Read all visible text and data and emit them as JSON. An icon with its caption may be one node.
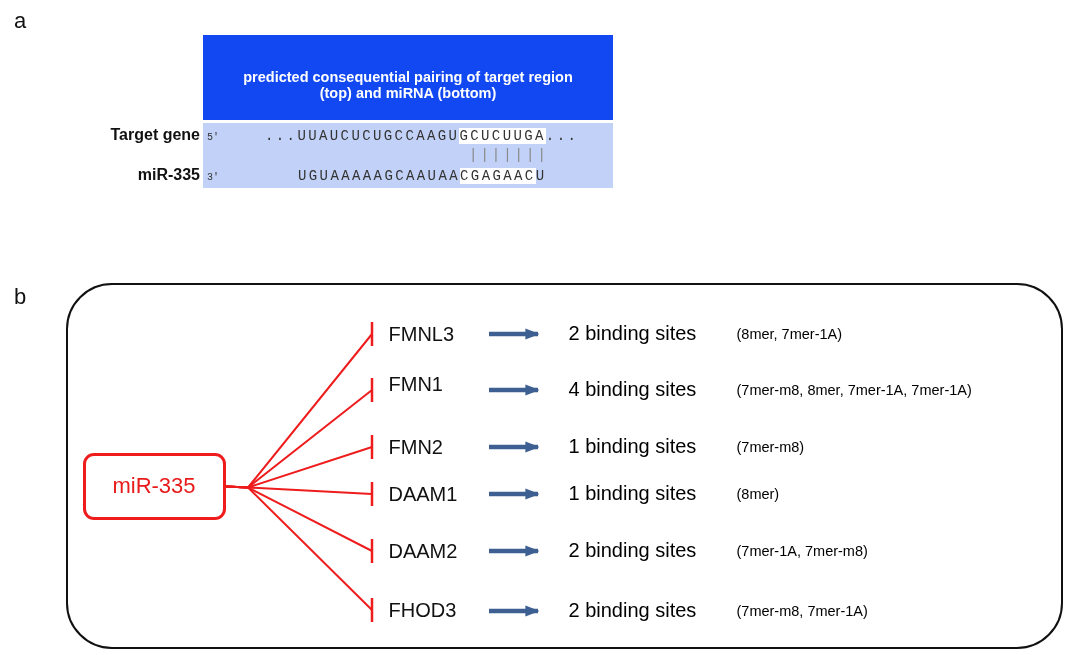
{
  "diagram": {
    "nodes": [
      {
        "text": [
          "predicted consequential pairing of target region (top) and miRNA (bottom)"
        ]
      },
      {
        "text": [
          "5'",
          "...UUAUCUCUGCCAAGUGCUCUUGA...",
          "|||||||",
          "3'",
          "UGUAAAAAGCAAUAACGAGAACU"
        ]
      },
      {
        "text": [],
        "shape": "box"
      },
      {
        "text": [
          "miR-335"
        ],
        "in": 2
      },
      {
        "text": [
          "FMNL3"
        ],
        "in": 2
      },
      {
        "text": [
          "FMN1"
        ],
        "in": 2
      },
      {
        "text": [
          "FMN2"
        ],
        "in": 2
      },
      {
        "text": [
          "DAAM1"
        ],
        "in": 2
      },
      {
        "text": [
          "DAAM2"
        ],
        "in": 2
      },
      {
        "text": [
          "FHOD3"
        ],
        "in": 2
      },
      {
        "text": [
          "2 binding sites"
        ],
        "beside": [
          "(8mer, 7mer-1A)"
        ],
        "in": 2
      },
      {
        "text": [
          "4 binding sites"
        ],
        "beside": [
          "(7mer-m8, 8mer, 7mer-1A, 7mer-1A)"
        ],
        "in": 2
      },
      {
        "text": [
          "1 binding sites"
        ],
        "beside": [
          "(7mer-m8)"
        ],
        "in": 2
      },
      {
        "text": [
          "1 binding sites"
        ],
        "beside": [
          "(8mer)"
        ],
        "in": 2
      },
      {
        "text": [
          "2 binding sites"
        ],
        "beside": [
          "(7mer-1A, 7mer-m8)"
        ],
        "in": 2
      },
      {
        "text": [
          "2 binding sites"
        ],
        "beside": [
          "(7mer-m8, 7mer-1A)"
        ],
        "in": 2
      }
    ],
    "edges": [
      {
        "from": 3,
        "to": 4,
        "arrow": "other"
      },
      {
        "from": 3,
        "to": 5,
        "arrow": "other"
      },
      {
        "from": 3,
        "to": 6,
        "arrow": "other"
      },
      {
        "from": 3,
        "to": 7,
        "arrow": "other"
      },
      {
        "from": 3,
        "to": 8,
        "arrow": "other"
      },
      {
        "from": 3,
        "to": 9,
        "arrow": "other"
      },
      {
        "from": 4,
        "to": 10,
        "arrow": "to",
        "style": "thick",
        "color": "#3d5f91"
      },
      {
        "from": 5,
        "to": 11,
        "arrow": "to",
        "style": "thick",
        "color": "#3d5f91"
      },
      {
        "from": 6,
        "to": 12,
        "arrow": "to",
        "style": "thick",
        "color": "#3d5f91"
      },
      {
        "from": 7,
        "to": 13,
        "arrow": "to",
        "style": "thick",
        "color": "#3d5f91"
      },
      {
        "from": 8,
        "to": 14,
        "arrow": "to",
        "style": "thick",
        "color": "#3d5f91"
      },
      {
        "from": 9,
        "to": 15,
        "arrow": "to",
        "style": "thick",
        "color": "#3d5f91"
      }
    ],
    "labels": [
      "a",
      "Target gene",
      "miR-335",
      "b"
    ]
  }
}
